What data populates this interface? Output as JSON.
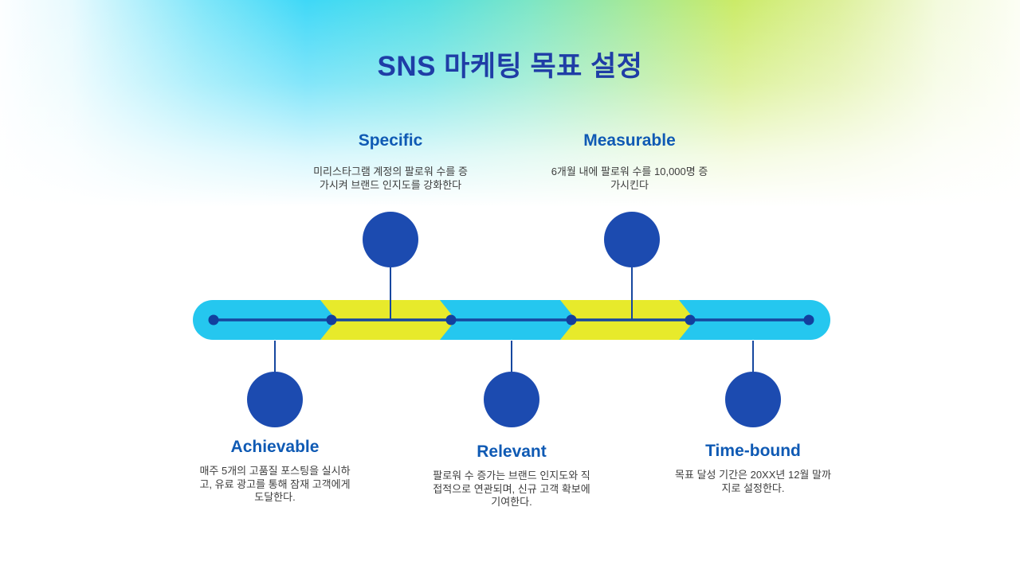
{
  "slide": {
    "title": "SNS 마케팅 목표 설정"
  },
  "items": [
    {
      "id": "specific",
      "label": "Specific",
      "description": "미리스타그램 계정의 팔로워 수를 증\n가시켜 브랜드 인지도를 강화한다",
      "side": "top"
    },
    {
      "id": "measurable",
      "label": "Measurable",
      "description": "6개월 내에 팔로워 수를 10,000명 증\n가시킨다",
      "side": "top"
    },
    {
      "id": "achievable",
      "label": "Achievable",
      "description": "매주 5개의 고품질 포스팅을 실시하\n고, 유료 광고를 통해 잠재 고객에게\n도달한다.",
      "side": "bottom"
    },
    {
      "id": "relevant",
      "label": "Relevant",
      "description": "팔로워 수 증가는 브랜드 인지도와 직\n접적으로 연관되며, 신규 고객 확보에\n기여한다.",
      "side": "bottom"
    },
    {
      "id": "time_bound",
      "label": "Time-bound",
      "description": "목표 달성 기간은 20XX년 12월 말까\n지로 설정한다.",
      "side": "bottom"
    }
  ],
  "colors": {
    "title_blue": "#1f3da6",
    "heading_blue": "#0f5ab4",
    "body_text": "#3d3d3d",
    "bar_cyan": "#25c7ef",
    "chevron_yellow": "#e7ea2b",
    "line_navy": "#16479f",
    "dot_navy": "#123f9e",
    "node_blue": "#1c4bb0",
    "bg_cyan": "#3fd8f7",
    "bg_green": "#cbeb68"
  }
}
